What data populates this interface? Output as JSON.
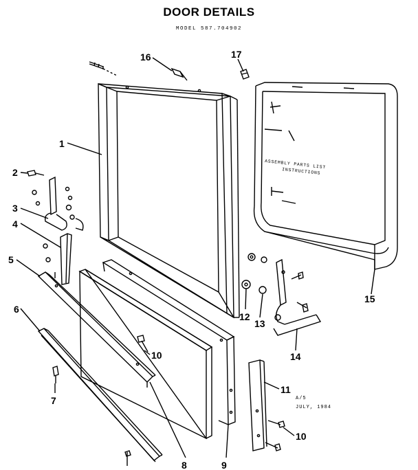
{
  "header": {
    "title": "DOOR DETAILS",
    "model": "MODEL 587.704902"
  },
  "callouts": [
    "1",
    "2",
    "3",
    "4",
    "5",
    "6",
    "7",
    "8",
    "9",
    "10",
    "10",
    "11",
    "12",
    "13",
    "14",
    "15",
    "16",
    "17"
  ],
  "note": {
    "line1": "A/5",
    "line2": "JULY, 1984"
  },
  "liner_text": [
    "ASSEMBLY PARTS LIST",
    "INSTRUCTIONS"
  ],
  "colors": {
    "ink": "#000000",
    "paper": "#ffffff"
  }
}
